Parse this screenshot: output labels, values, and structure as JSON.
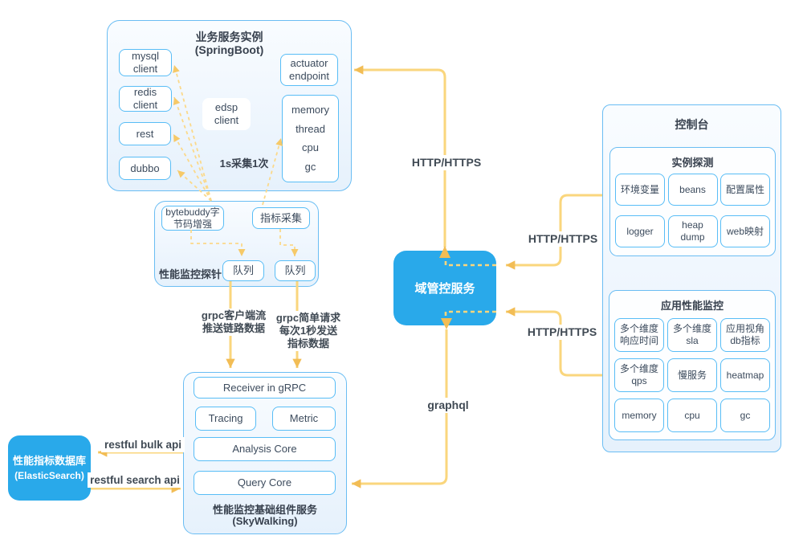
{
  "colors": {
    "accent_blue": "#29a9ea",
    "border_blue": "#58bdf6",
    "container_border": "#6abdf3",
    "arrow_line": "#fad67d",
    "arrow_head": "#f2bd55",
    "text_dark": "#3c4b5d"
  },
  "springboot": {
    "title": "业务服务实例",
    "subtitle": "(SpringBoot)",
    "clients": [
      "mysql client",
      "redis client",
      "rest",
      "dubbo"
    ],
    "edsp": "edsp client",
    "actuator": "actuator endpoint",
    "metrics": [
      "memory",
      "thread",
      "cpu",
      "gc"
    ],
    "note": "1s采集1次"
  },
  "probe": {
    "label": "性能监控探针",
    "bytebuddy": "bytebuddy字节码增强",
    "collector": "指标采集",
    "queues": [
      "队列",
      "队列"
    ]
  },
  "domain_service": {
    "label": "域管控服务"
  },
  "console": {
    "title": "控制台",
    "instance_probe": {
      "title": "实例探测",
      "items": [
        "环境变量",
        "beans",
        "配置属性",
        "logger",
        "heap dump",
        "web映射"
      ]
    },
    "apm": {
      "title": "应用性能监控",
      "items": [
        "多个维度 响应时间",
        "多个维度 sla",
        "应用视角 db指标",
        "多个维度 qps",
        "慢服务",
        "heatmap",
        "memory",
        "cpu",
        "gc"
      ]
    }
  },
  "skywalking": {
    "title": "性能监控基础组件服务",
    "subtitle": "(SkyWalking)",
    "receiver": "Receiver in gRPC",
    "tracing": "Tracing",
    "metric": "Metric",
    "analysis": "Analysis Core",
    "query": "Query Core"
  },
  "elasticsearch": {
    "line1": "性能指标数据库",
    "line2": "(ElasticSearch)"
  },
  "edges": {
    "http_top": "HTTP/HTTPS",
    "http_mid": "HTTP/HTTPS",
    "http_bottom": "HTTP/HTTPS",
    "graphql": "graphql",
    "grpc_stream": [
      "grpc客户端流",
      "推送链路数据"
    ],
    "grpc_simple": [
      "grpc简单请求",
      "每次1秒发送",
      "指标数据"
    ],
    "bulk": "restful bulk api",
    "search": "restful search api"
  }
}
